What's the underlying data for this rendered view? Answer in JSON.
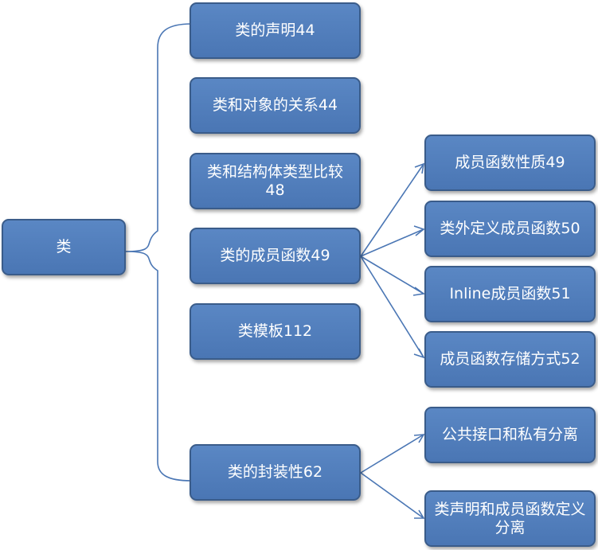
{
  "root": {
    "label": "类"
  },
  "children": [
    {
      "id": "decl",
      "label": "类的声明44"
    },
    {
      "id": "obj",
      "label": "类和对象的关系44"
    },
    {
      "id": "struct",
      "label": "类和结构体类型比较48"
    },
    {
      "id": "member",
      "label": "类的成员函数49",
      "children": [
        {
          "id": "m1",
          "label": "成员函数性质49"
        },
        {
          "id": "m2",
          "label": "类外定义成员函数50"
        },
        {
          "id": "m3",
          "label": "Inline成员函数51"
        },
        {
          "id": "m4",
          "label": "成员函数存储方式52"
        }
      ]
    },
    {
      "id": "tmpl",
      "label": "类模板112"
    },
    {
      "id": "encap",
      "label": "类的封装性62",
      "children": [
        {
          "id": "e1",
          "label": "公共接口和私有分离"
        },
        {
          "id": "e2",
          "label": "类声明和成员函数定义分离"
        }
      ]
    }
  ],
  "colors": {
    "node_fill": "#4f7ec0",
    "node_border": "#3a5c8a",
    "connector": "#4a76b4",
    "text": "#ffffff"
  }
}
